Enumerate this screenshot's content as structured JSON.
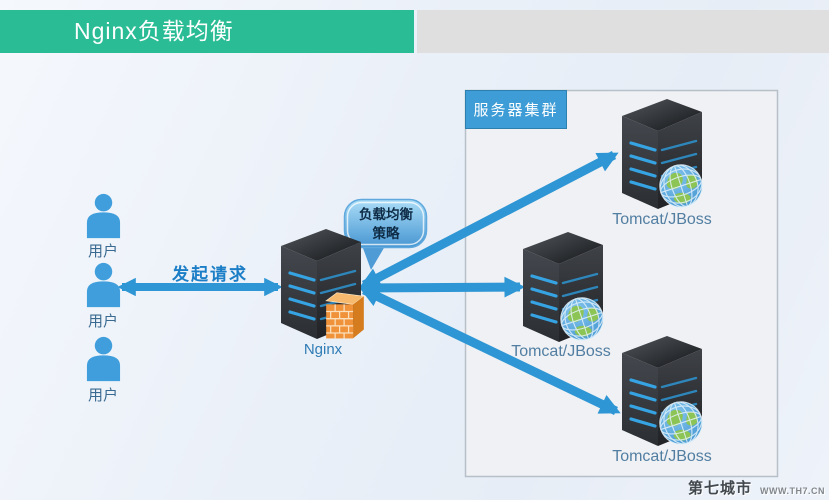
{
  "header": {
    "title": "Nginx负载均衡"
  },
  "users": {
    "items": [
      {
        "label": "用户"
      },
      {
        "label": "用户"
      },
      {
        "label": "用户"
      }
    ]
  },
  "request_arrow": {
    "label": "发起请求"
  },
  "nginx": {
    "label": "Nginx"
  },
  "callout": {
    "line1": "负载均衡",
    "line2": "策略"
  },
  "cluster": {
    "title": "服务器集群",
    "servers": [
      {
        "label": "Tomcat/JBoss"
      },
      {
        "label": "Tomcat/JBoss"
      },
      {
        "label": "Tomcat/JBoss"
      }
    ]
  },
  "watermark": {
    "site": "第七城市",
    "url": "WWW.TH7.CN"
  },
  "colors": {
    "accent_green": "#2abc95",
    "header_gray": "#dfdfdf",
    "arrow_blue": "#2e96d4",
    "cluster_label_bg": "#3e9dd6",
    "label_blue": "#527ea2"
  }
}
